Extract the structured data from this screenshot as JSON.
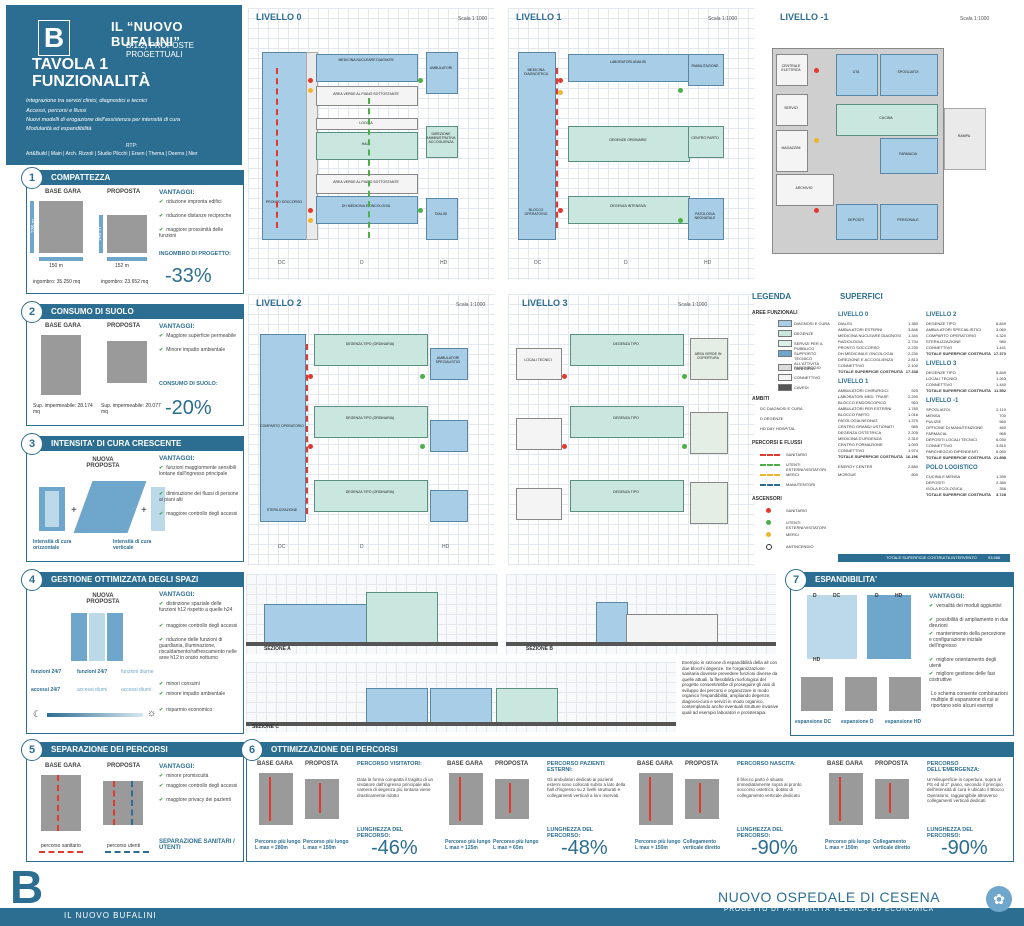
{
  "header": {
    "title": "IL “NUOVO BUFALINI”",
    "subtitle": "B.1.2) PROPOSTE PROGETTUALI",
    "tavola": "TAVOLA 1",
    "tavola_title": "FUNZIONALITÀ",
    "intro": [
      "Integrazione tra servizi clinici, diagnostici e tecnici",
      "Accessi, percorsi e flussi",
      "Nuovi modelli di erogazione dell'assistenza per intensità di cura",
      "Modularità ed espandibilità"
    ],
    "rtp_label": "RTP:",
    "rtp_names": "Art&Build | Main | Arch. Rizzoli | Studio Plicchi | Ersen | Thema | Deerns | Nier"
  },
  "compattezza": {
    "num": "1",
    "title": "COMPATTEZZA",
    "base_label": "BASE GARA",
    "prop_label": "PROPOSTA",
    "dim_base_h": "235 m",
    "dim_base_w": "150 m",
    "dim_prop_h": "148 m",
    "dim_prop_w": "152 m",
    "ingombro_base": "ingombro: 35.250 mq",
    "ingombro_prop": "ingombro: 23.652 mq",
    "vantaggi_title": "VANTAGGI:",
    "vantaggi": [
      "riduzione impronta edifici",
      "riduzione distanze reciproche",
      "maggiore prossimità delle funzioni"
    ],
    "result_label": "INGOMBRO DI PROGETTO:",
    "result": "-33%"
  },
  "consumo": {
    "num": "2",
    "title": "CONSUMO DI SUOLO",
    "base_label": "BASE GARA",
    "prop_label": "PROPOSTA",
    "sup_base": "Sup. impermeabile: 28.174 mq",
    "sup_prop": "Sup. impermeabile: 20.077 mq",
    "vantaggi_title": "VANTAGGI:",
    "vantaggi": [
      "Maggiore superficie permeabile",
      "Minore impatto ambientale"
    ],
    "result_label": "CONSUMO DI SUOLO:",
    "result": "-20%"
  },
  "intensita": {
    "num": "3",
    "title": "INTENSITA' DI CURA CRESCENTE",
    "nuova_label": "NUOVA PROPOSTA",
    "caption_left": "Intensità di cura orizzontale",
    "caption_right": "Intensità di cura verticale",
    "vantaggi_title": "VANTAGGI:",
    "vantaggi": [
      "funzioni maggiormente sensibili lontane dall'ingresso principale",
      "diminuzione dei flussi di persone ai piani alti",
      "maggiore controllo degli accessi"
    ]
  },
  "gestione": {
    "num": "4",
    "title": "GESTIONE OTTIMIZZATA DEGLI SPAZI",
    "nuova_label": "NUOVA PROPOSTA",
    "labels": [
      "funzioni 24/7",
      "funzioni 24/7",
      "funzioni diurne",
      "accessi 24/7",
      "accessi diurni",
      "accessi diurni"
    ],
    "vantaggi_title": "VANTAGGI:",
    "vantaggi": [
      "distinzione spaziale delle funzioni h12 rispetto a quelle h24",
      "maggiore controllo degli accessi",
      "riduzione delle funzioni di guardiania, illuminazione, riscaldamento/raffrescamento nelle aree h12 in orario notturno",
      "minori consumi",
      "minore impatto ambientale",
      "risparmio economico"
    ]
  },
  "separazione": {
    "num": "5",
    "title": "SEPARAZIONE DEI PERCORSI",
    "base_label": "BASE GARA",
    "prop_label": "PROPOSTA",
    "legend_sanitario": "percorso sanitario",
    "legend_utenti": "percorso utenti",
    "vantaggi_title": "VANTAGGI:",
    "vantaggi": [
      "minore promiscuità",
      "maggiore controllo degli accessi",
      "maggiore privacy dei pazienti"
    ],
    "result": "SEPARAZIONE SANITARI / UTENTI"
  },
  "ottimizzazione": {
    "num": "6",
    "title": "OTTIMIZZAZIONE DEI PERCORSI",
    "blocks": [
      {
        "base": "BASE GARA",
        "prop": "PROPOSTA",
        "title": "PERCORSO VISITATORI:",
        "desc": "Data la forma compatta il tragitto di un visitatore dall'ingresso principale alla camera di degenza più lontana viene drasticamente ridotto",
        "len_title": "LUNGHEZZA DEL PERCORSO:",
        "cap_base": "Percorso più lungo L max = 280m",
        "cap_prop": "Percorso più lungo L max = 150m",
        "result": "-46%"
      },
      {
        "base": "BASE GARA",
        "prop": "PROPOSTA",
        "title": "PERCORSO PAZIENTI ESTERNI:",
        "desc": "Gli ambulatori dedicati ai pazienti esterni sono collocati subito a lato della hall d'ingresso su 2 livelli strutturati e collegamenti verticali a loro riservati.",
        "len_title": "LUNGHEZZA DEL PERCORSO:",
        "cap_base": "Percorso più lungo L max = 125m",
        "cap_prop": "Percorso più lungo L max = 65m",
        "result": "-48%"
      },
      {
        "base": "BASE GARA",
        "prop": "PROPOSTA",
        "title": "PERCORSO NASCITA:",
        "desc": "Il blocco parto è situato immediatamente sopra al pronto soccorso ostetrico, dotato di collegamento verticale dedicato",
        "len_title": "LUNGHEZZA DEL PERCORSO:",
        "cap_base": "Percorso più lungo L max = 150m",
        "cap_prop": "Collegamento verticale diretto",
        "result": "-90%"
      },
      {
        "base": "BASE GARA",
        "prop": "PROPOSTA",
        "title": "PERCORSO DELL'EMERGENZA:",
        "desc": "Un'elisuperficie in copertura, sopra al PS ed al 2° piano, secondo il principio dell'intensità di cura è ubicato il Blocco Operatorio, raggiungibile attraverso collegamenti verticali dedicati",
        "len_title": "LUNGHEZZA DEL PERCORSO:",
        "cap_base": "Percorso più lungo L max = 150m",
        "cap_prop": "Collegamento verticale diretto",
        "result": "-90%"
      }
    ]
  },
  "espandibilita": {
    "num": "7",
    "title": "ESPANDIBILITA'",
    "labels": [
      "D",
      "DC",
      "D",
      "HD",
      "HD"
    ],
    "captions": [
      "espansione DC",
      "espansione D",
      "espansione HD"
    ],
    "vantaggi_title": "VANTAGGI:",
    "vantaggi": [
      "versalità dei moduli aggiuntivi",
      "possibilità di ampliamento in due direzioni",
      "mantenimento della percezione e configurazione iniziale dell'ingresso",
      "migliore orientamento degli utenti",
      "migliore gestione delle fasi costruttive"
    ],
    "note": "Lo schema consente combinazioni multiple di espansione di cui si riportano solo alcuni esempi"
  },
  "sezioni": {
    "a": "SEZIONE A",
    "b": "SEZIONE B",
    "c": "SEZIONE C",
    "text": "Esempio in sezione di espandibilità della all con due blocchi degenze. Se l'organizzazione sanitaria dovesse prevedere funzioni diverse da quelle attuali, la flessibilità morfologica del progetto consentirebbe di proseguire gli assi di sviluppo dei percorsi e organizzare in modo organico l'espandibilità, ampliando degenze, diagnosi-cura e servizi in modo organico, contemplando anche eventuali strutture invasive quali ad esempio laboratori e prototerapia."
  },
  "levels": {
    "l0": {
      "title": "LIVELLO 0",
      "scale": "Scala 1:1000"
    },
    "l1": {
      "title": "LIVELLO 1",
      "scale": "Scala 1:1000"
    },
    "lm1": {
      "title": "LIVELLO -1",
      "scale": "Scala 1:1000"
    },
    "l2": {
      "title": "LIVELLO 2",
      "scale": "Scala 1:1000"
    },
    "l3": {
      "title": "LIVELLO 3",
      "scale": "Scala 1:1000"
    },
    "axes": [
      "DC",
      "D",
      "HD"
    ],
    "l0_rooms": [
      "MEDICINA NUCLEARE DIAGNOSI",
      "AREA VERDE AL PIANO SOTTOSTANTE",
      "LOGGIA",
      "HALL",
      "DIREZIONE AMMINISTRATIVA ACCOGLIENZA",
      "AREA VERDE AL PIANO SOTTOSTANTE",
      "DH MEDICINA E ONCOLOGIA",
      "DIALISI",
      "PRONTO SOCCORSO",
      "AMBULATORI"
    ],
    "l1_rooms": [
      "LABORATORI ANALISI",
      "MEDICINA DIAGNOSTICA",
      "DEGENZE ORDINARIE",
      "BLOCCO OPERATORIO",
      "CENTRO PARTO",
      "DEGENZA INTENSIVA",
      "RIABILITAZIONE",
      "PATOLOGIA NEONATALE"
    ],
    "l2_rooms": [
      "DEGENZA TIPO (ORDINARIA)",
      "DEGENZA TIPO (ORDINARIA)",
      "DEGENZA TIPO (ORDINARIA)",
      "COMPARTO OPERATORIO",
      "AMBULATORI SPECIALISTICI",
      "STERILIZZAZIONE"
    ],
    "l3_rooms": [
      "DEGENZA TIPO",
      "DEGENZA TIPO",
      "DEGENZA TIPO",
      "LOCALI TECNICI",
      "AREA VERDE IN COPERTURA"
    ],
    "lm1_rooms": [
      "CENTRALE ELETTRICA",
      "UTA",
      "SPOGLIATOI",
      "FARMACIA",
      "SERVIZI",
      "MAGAZZINI",
      "ARCHIVIO",
      "CUCINA",
      "PERSONALE",
      "DEPOSITI",
      "RAMPA"
    ]
  },
  "legenda": {
    "title": "LEGENDA",
    "aree_title": "AREE FUNZIONALI",
    "aree": [
      "DIAGNOSI E CURA",
      "DEGENZE",
      "SERVIZI PER IL PUBBLICO",
      "SUPPORTO TECNICO ALL'ATTIVITÀ SANITARIA",
      "PARCHEGGIO",
      "CONNETTIVO",
      "CAVEDI"
    ],
    "ambiti_title": "AMBITI",
    "ambiti": [
      "DC  DIAGNOSI E CURA",
      "D  DEGENZE",
      "HD  DAY HOSPITAL"
    ],
    "percorsi_title": "PERCORSI E FLUSSI",
    "percorsi": [
      "SANITARIO",
      "UTENTI ESTERNI/VISITATORI",
      "MERCI",
      "MANUTENTORI"
    ],
    "ascensori_title": "ASCENSORI",
    "ascensori": [
      "SANITARIO",
      "UTENTI ESTERNI/VISITATORI",
      "MERCI",
      "ANTINCENDIO"
    ]
  },
  "superfici": {
    "title": "SUPERFICI",
    "l0": {
      "title": "LIVELLO 0",
      "rows": [
        [
          "DIALISI",
          "1.380"
        ],
        [
          "AMBULATORI ESTERNI",
          "3.846"
        ],
        [
          "MEDICINA NUCLEARE DIAGNOSI",
          "1.340"
        ],
        [
          "RADIOLOGIA",
          "2.734"
        ],
        [
          "PRONTO SOCCORSO",
          "2.230"
        ],
        [
          "DH MEDICINA E ONCOLOGIA",
          "2.230"
        ],
        [
          "DIREZIONE E ACCOGLIENZA",
          "2.813"
        ],
        [
          "CONNETTIVO",
          "2.100"
        ]
      ],
      "total": [
        "TOTALE SUPERFICIE COSTRUITA",
        "17.338"
      ]
    },
    "l1": {
      "title": "LIVELLO 1",
      "rows": [
        [
          "AMBULATORI CHIRURGICI",
          "925"
        ],
        [
          "LABORATORI MED. TRASF.",
          "2.290"
        ],
        [
          "BLOCCO ENDOSCOPICO",
          "953"
        ],
        [
          "AMBULATORI PER ESTERNI",
          "1.780"
        ],
        [
          "BLOCCO PARTO",
          "1.016"
        ],
        [
          "PATOLOGIA NEONAT.",
          "1.375"
        ],
        [
          "CENTRO GRANDI USTIONATI",
          "985"
        ],
        [
          "DEGENZA OSTETRICA",
          "2.205"
        ],
        [
          "MEDICINA D'URGENZA",
          "2.310"
        ],
        [
          "CENTRO FORMAZIONE",
          "1.093"
        ],
        [
          "CONNETTIVO",
          "1.974"
        ]
      ],
      "total": [
        "TOTALE SUPERFICIE COSTRUITA",
        "16.196"
      ]
    },
    "l2": {
      "title": "LIVELLO 2",
      "rows": [
        [
          "DEGENZE TIPO",
          "8.849"
        ],
        [
          "AMBULATORI SPECIALISTICI",
          "3.060"
        ],
        [
          "COMPARTO OPERATORIO",
          "4.320"
        ],
        [
          "STERILIZZAZIONE",
          "980"
        ],
        [
          "CONNETTIVO",
          "1.441"
        ]
      ],
      "total": [
        "TOTALE SUPERFICIE COSTRUITA",
        "17.373"
      ]
    },
    "l3": {
      "title": "LIVELLO 3",
      "rows": [
        [
          "DEGENZE TIPO",
          "8.849"
        ],
        [
          "LOCALI TECNICI",
          "1.263"
        ],
        [
          "CONNETTIVO",
          "1.440"
        ]
      ],
      "total": [
        "TOTALE SUPERFICIE COSTRUITA",
        "11.552"
      ]
    },
    "lm1": {
      "title": "LIVELLO -1",
      "rows": [
        [
          "SPOGLIATOI",
          "2.110"
        ],
        [
          "MENSA",
          "700"
        ],
        [
          "PULIZIE",
          "560"
        ],
        [
          "OFFICINE DI MANUTENZIONE",
          "460"
        ],
        [
          "FARMACIA",
          "965"
        ],
        [
          "DEPOSITI LOCALI TECNICI",
          "6.030"
        ],
        [
          "CONNETTIVO",
          "3.810"
        ],
        [
          "PARCHEGGIO DIPENDENTI",
          "6.060"
        ]
      ],
      "total": [
        "TOTALE SUPERFICIE COSTRUITA",
        "21.898"
      ]
    },
    "polo": {
      "title": "POLO LOGISTICO",
      "rows": [
        [
          "CUCINA E MENSA",
          "1.399"
        ],
        [
          "DEPOSITI",
          "2.380"
        ],
        [
          "ISOLA ECOLOGICA",
          "356"
        ]
      ],
      "total": [
        "TOTALE SUPERFICIE COSTRUITA",
        "3.728"
      ]
    },
    "extra": [
      [
        "ENERGY CENTER",
        "2.880"
      ],
      [
        "MORGUE",
        "800"
      ]
    ],
    "grand_total": [
      "TOTALE SUPERFICIE COSTRUITA INTERVENTO",
      "93.986"
    ]
  },
  "footer": {
    "left": "IL NUOVO BUFALINI",
    "title": "NUOVO OSPEDALE DI CESENA",
    "subtitle": "PROGETTO DI FATTIBILITÀ TECNICA ED ECONOMICA",
    "logo": "B"
  },
  "colors": {
    "primary": "#2c6e91",
    "check": "#3aa34a",
    "red": "#e03a2f",
    "yellow": "#f0b52b",
    "green": "#4bb04a"
  }
}
